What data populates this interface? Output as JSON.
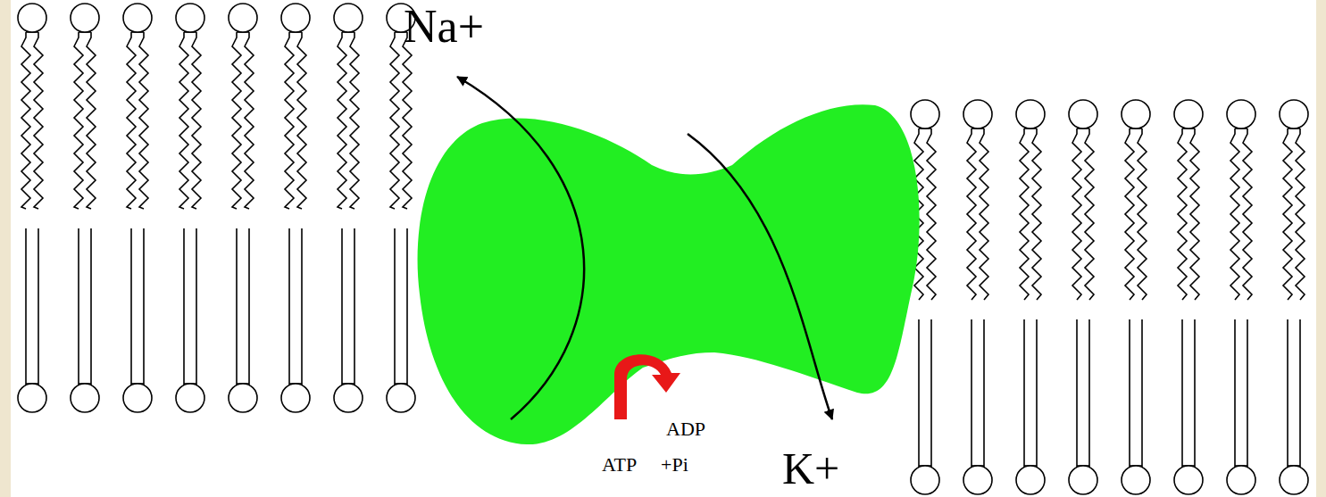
{
  "diagram": {
    "labels": [
      "Na+",
      "ADP",
      "ATP",
      "+Pi",
      "K+"
    ]
  }
}
